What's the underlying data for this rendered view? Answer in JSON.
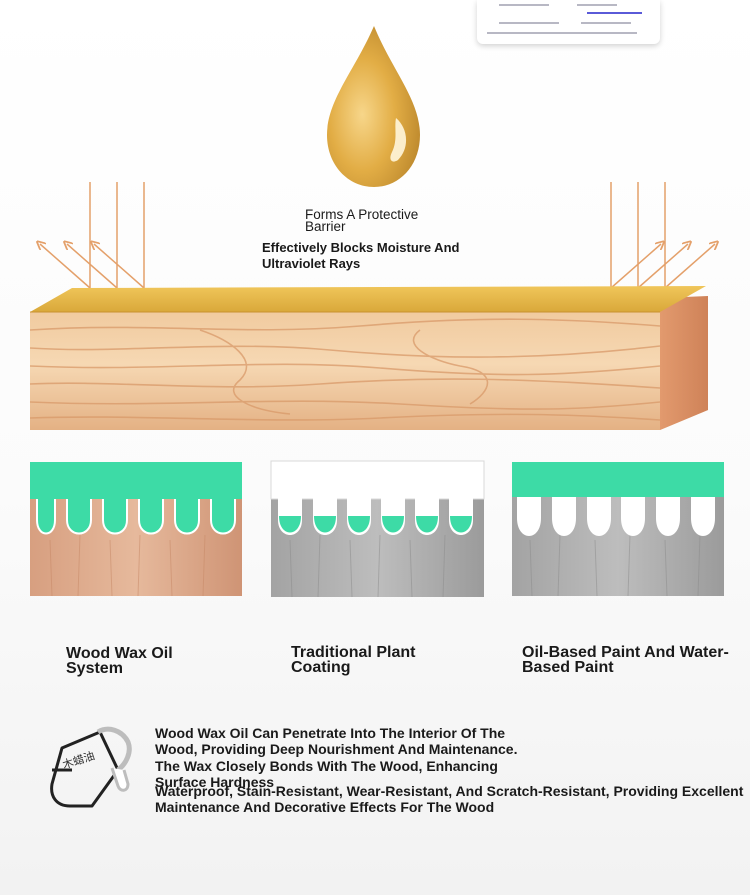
{
  "headline": {
    "barrier": "Forms A Protective Barrier",
    "blocks": "Effectively Blocks Moisture And Ultraviolet Rays"
  },
  "comparison": [
    {
      "label": "Wood Wax Oil System",
      "coating": "full",
      "wood": "natural"
    },
    {
      "label": "Traditional Plant Coating",
      "coating": "pores-only",
      "wood": "grey"
    },
    {
      "label": "Oil-Based Paint And Water-Based Paint",
      "coating": "surface-only",
      "wood": "grey"
    }
  ],
  "description": {
    "line1": "Wood Wax Oil Can Penetrate Into The Interior Of The",
    "line2": "Wood, Providing Deep Nourishment And Maintenance.",
    "line3": "The Wax Closely Bonds With The Wood, Enhancing",
    "line4": "Surface Hardness",
    "line5": "Waterproof, Stain-Resistant, Wear-Resistant, And Scratch-Resistant, Providing Excellent",
    "line6": "Maintenance And Decorative Effects For The Wood"
  },
  "logo": {
    "text": "木蜡油",
    "icon": "wax-oil-bucket-icon"
  },
  "colors": {
    "drop": "#dca53a",
    "wax_layer": "#e2b445",
    "wood": "#e8b88a",
    "coating": "#3ddba6",
    "grey_wood": "#a9a9a9",
    "arrow": "#e4a06a"
  }
}
